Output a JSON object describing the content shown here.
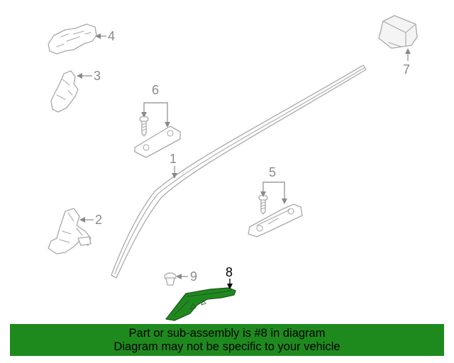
{
  "colors": {
    "banner_background": "#1e8a1e",
    "highlight_part": "#1e8a1e",
    "line_art": "#a8a8a8",
    "callout_text": "#8a8a8a"
  },
  "callouts": {
    "c1": "1",
    "c2": "2",
    "c3": "3",
    "c4": "4",
    "c5": "5",
    "c6": "6",
    "c7": "7",
    "c8": "8",
    "c9": "9"
  },
  "banner": {
    "line1": "Part or sub-assembly is #8 in diagram",
    "line2": "Diagram may not be specific to your vehicle"
  }
}
